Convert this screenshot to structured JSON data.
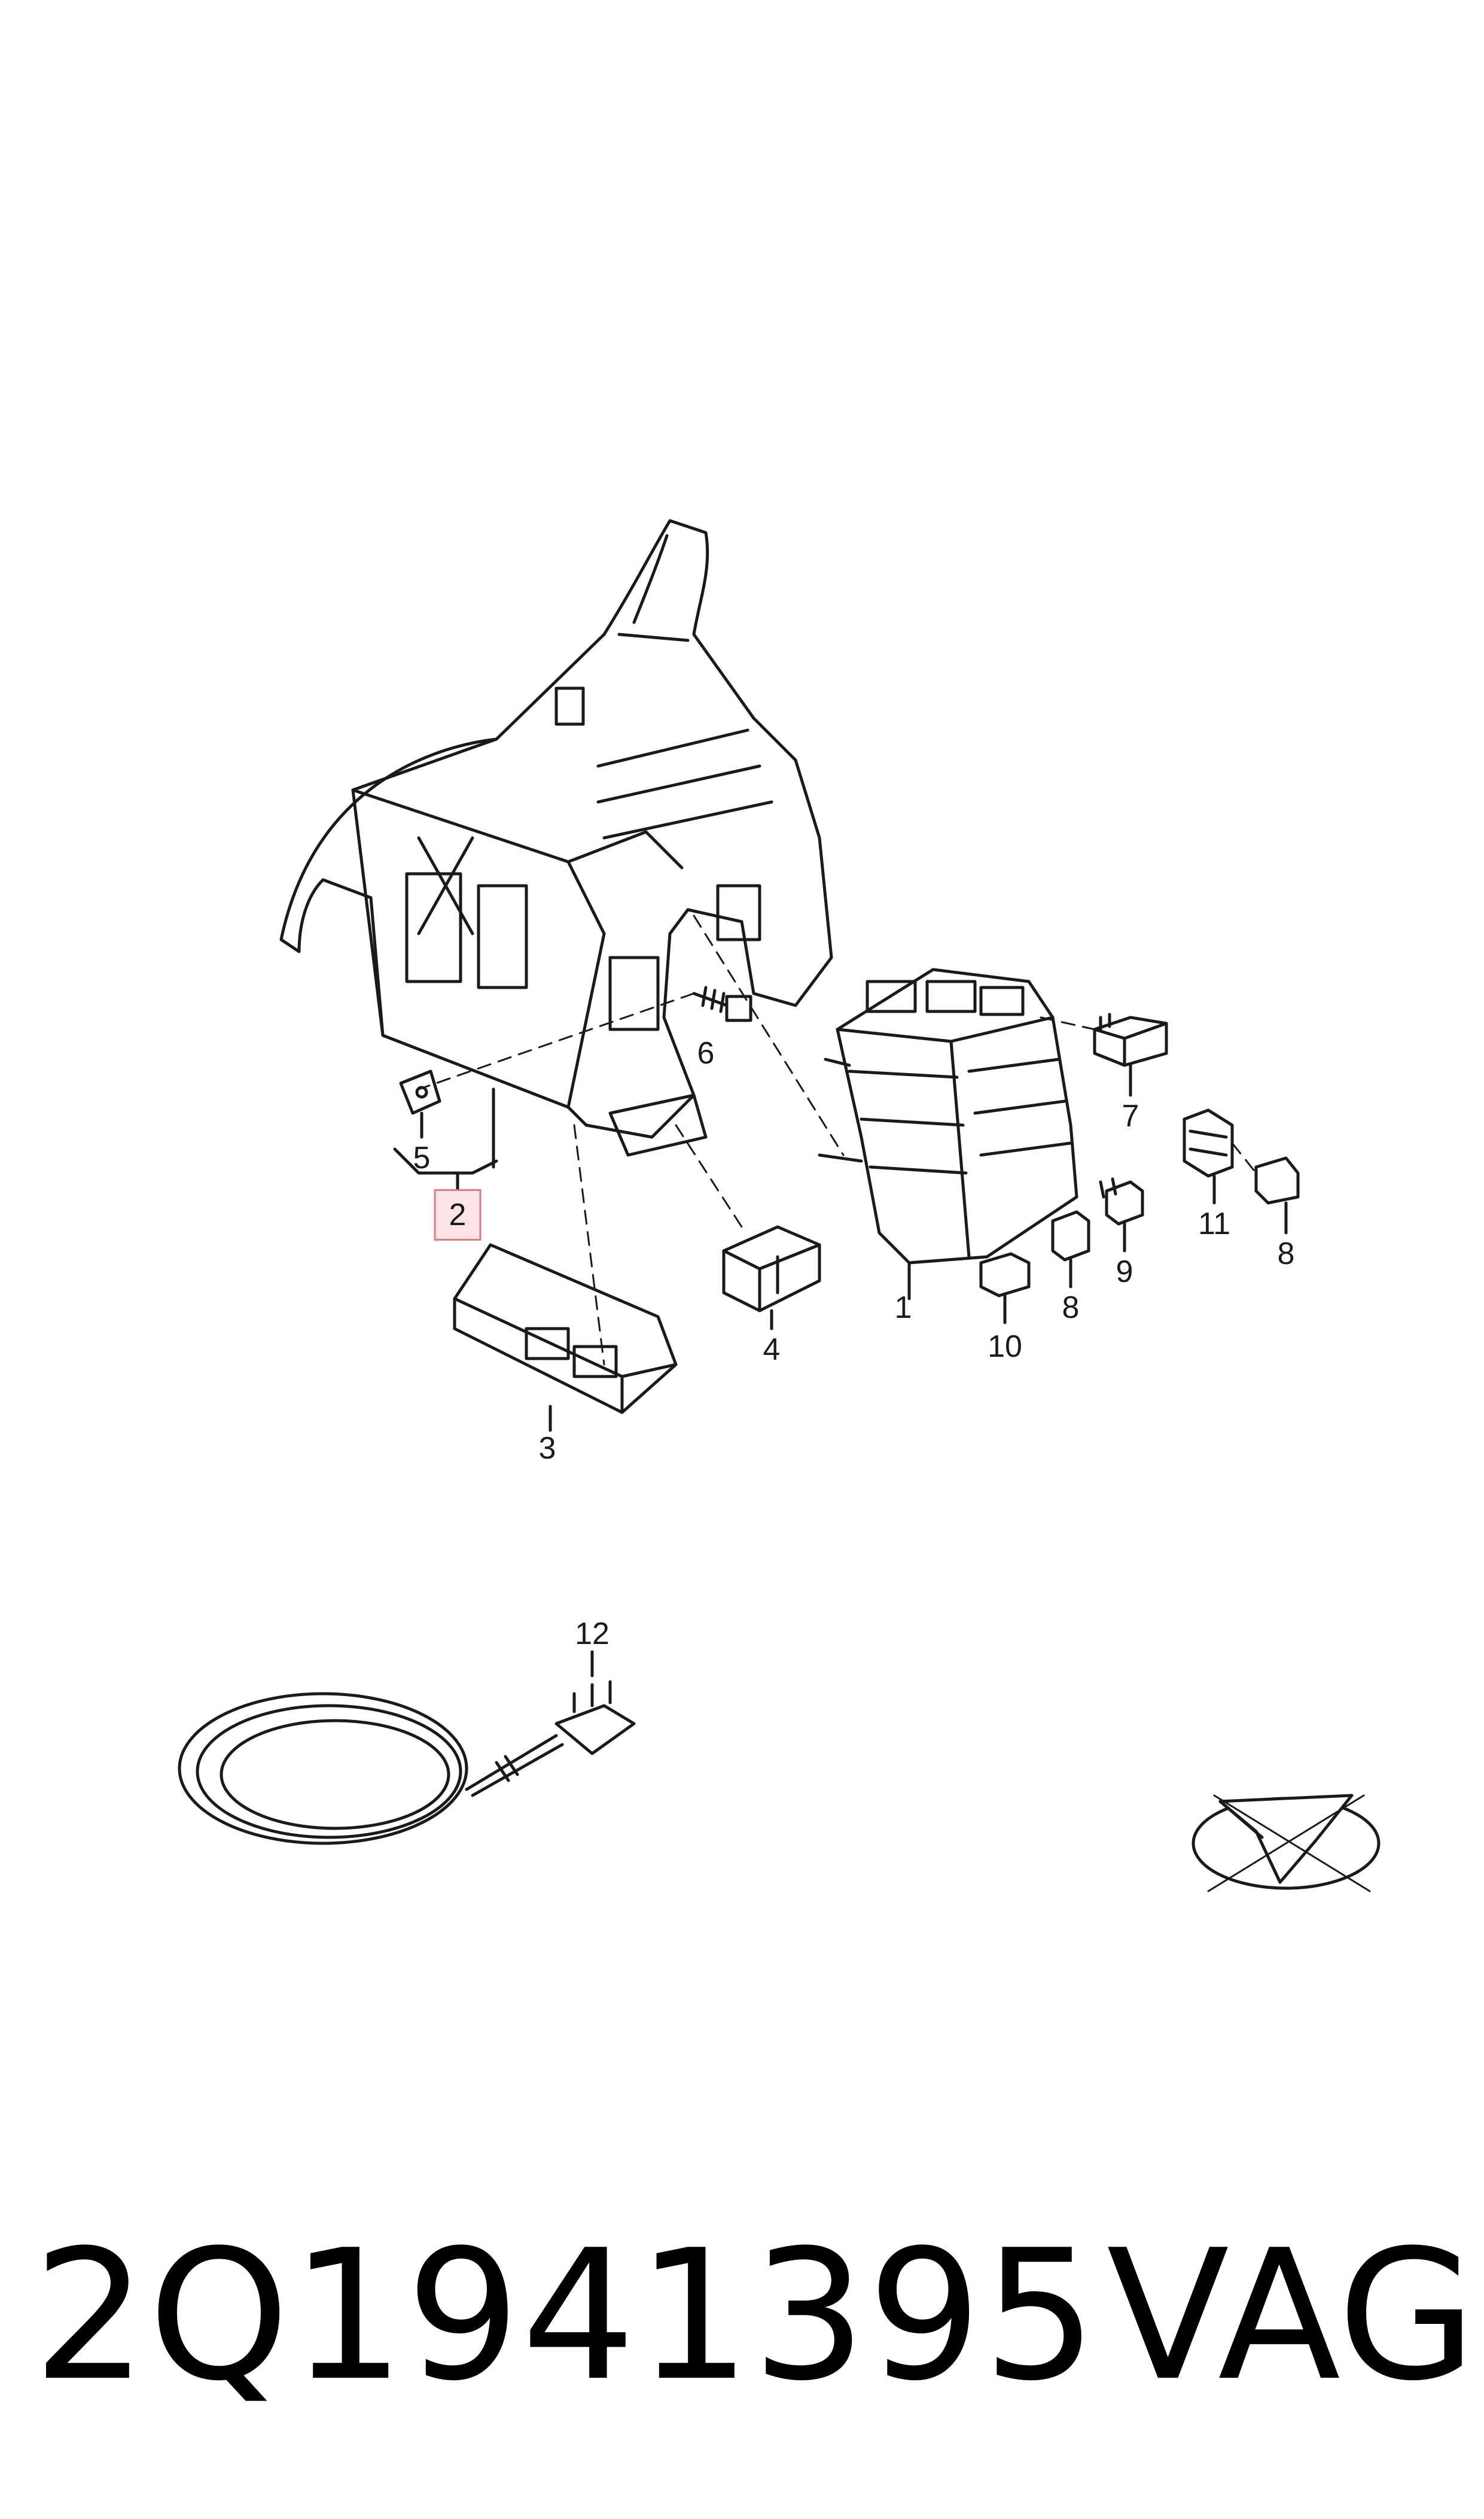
{
  "diagram": {
    "callouts": [
      {
        "id": "c1",
        "label": "1"
      },
      {
        "id": "c2",
        "label": "2",
        "highlight": true
      },
      {
        "id": "c3",
        "label": "3"
      },
      {
        "id": "c4",
        "label": "4"
      },
      {
        "id": "c5",
        "label": "5"
      },
      {
        "id": "c6",
        "label": "6"
      },
      {
        "id": "c7",
        "label": "7"
      },
      {
        "id": "c8a",
        "label": "8"
      },
      {
        "id": "c8b",
        "label": "8"
      },
      {
        "id": "c9",
        "label": "9"
      },
      {
        "id": "c10",
        "label": "10"
      },
      {
        "id": "c11",
        "label": "11"
      },
      {
        "id": "c12",
        "label": "12"
      }
    ],
    "highlight_color": "#e07a86",
    "line_color": "#1a1a1a"
  },
  "footer": {
    "part_number": "2Q1941395",
    "brand": "VAG"
  }
}
